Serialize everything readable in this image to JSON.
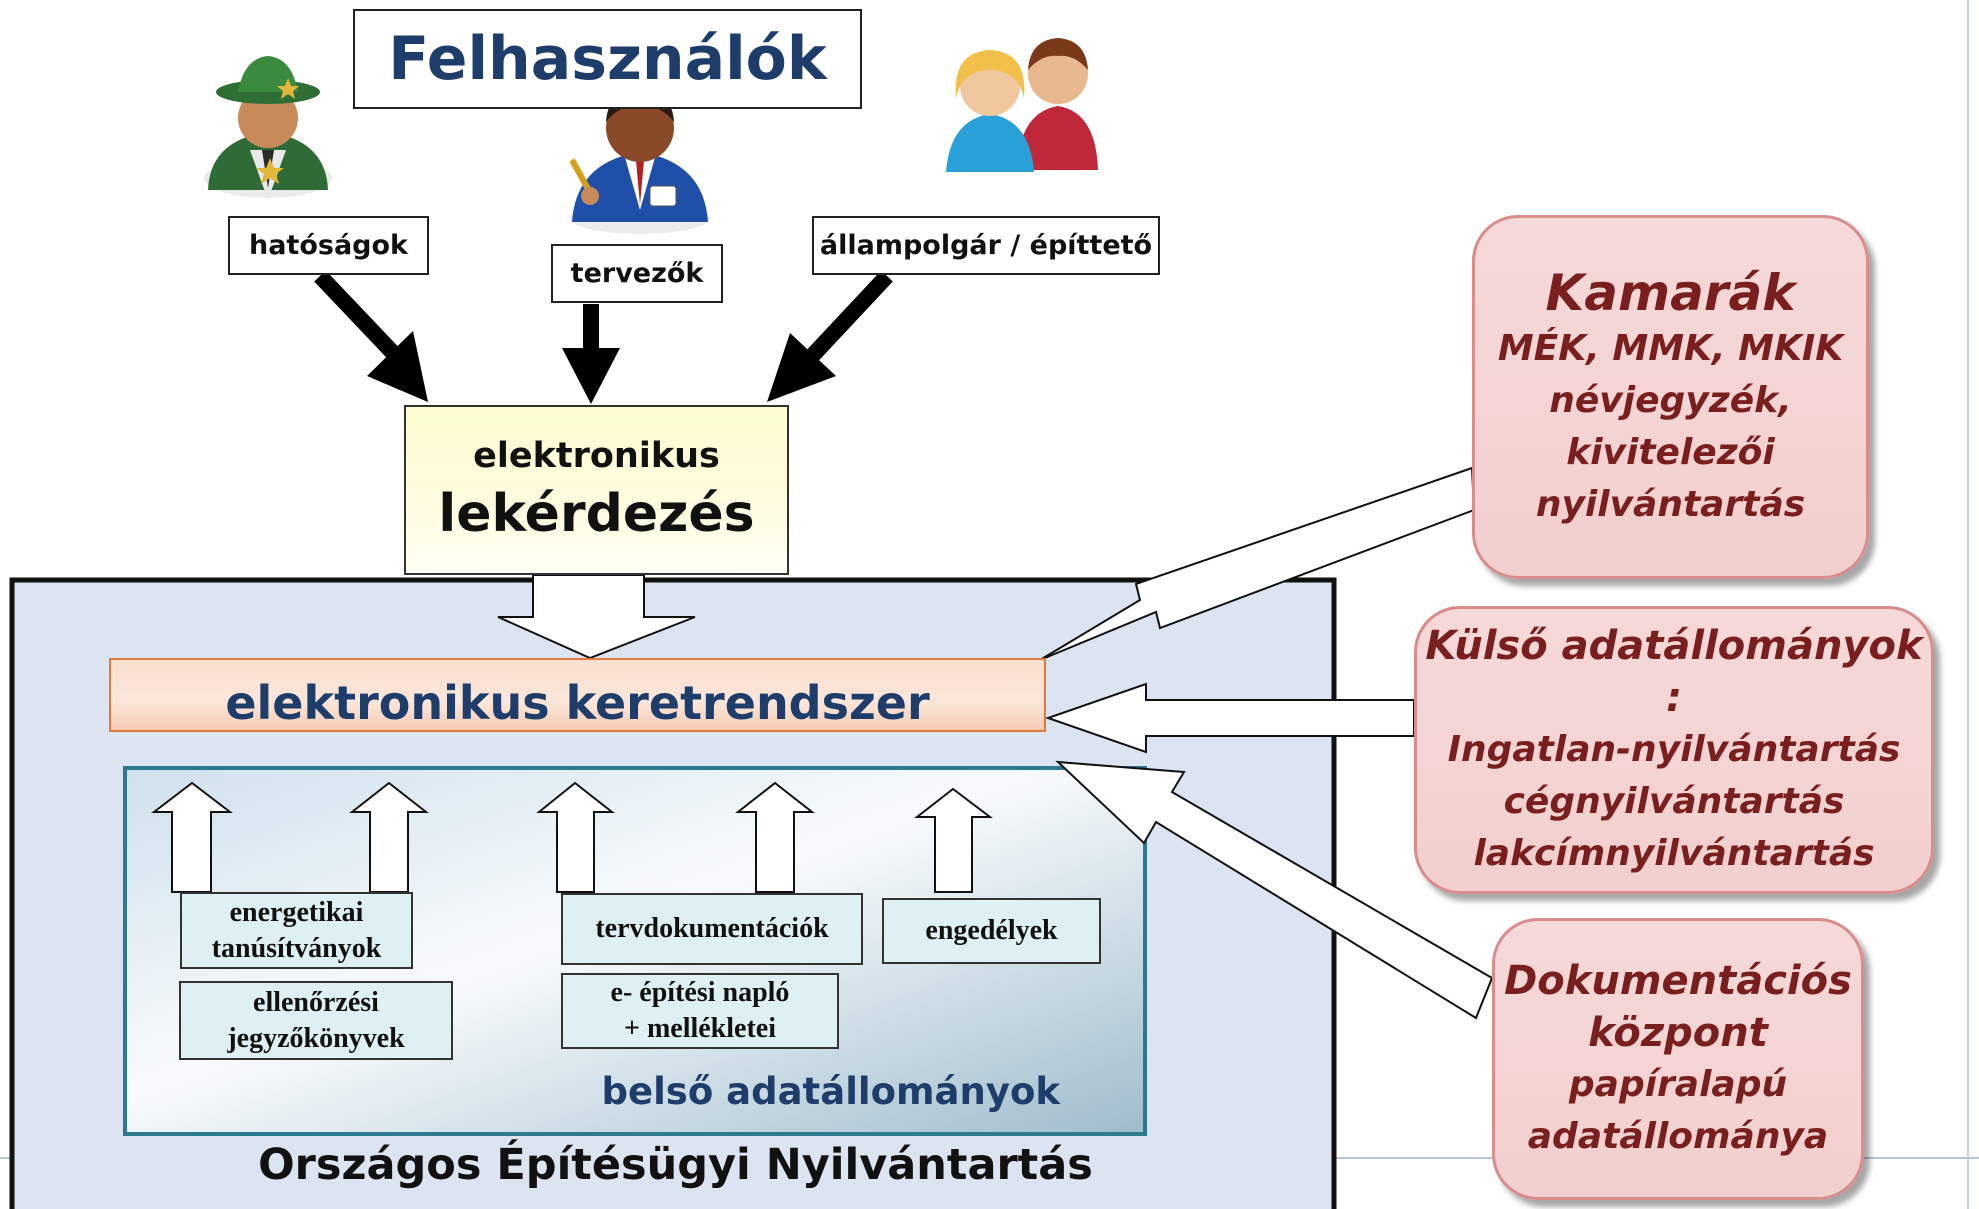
{
  "title": "Felhasználók",
  "users": [
    {
      "label": "hatóságok",
      "icon": "officer-icon"
    },
    {
      "label": "tervezők",
      "icon": "designer-icon"
    },
    {
      "label": "állampolgár / építtető",
      "icon": "citizens-icon"
    }
  ],
  "query": {
    "line1": "elektronikus",
    "line2": "lekérdezés"
  },
  "framework": "elektronikus keretrendszer",
  "internal": {
    "items": [
      "energetikai\ntanúsítványok",
      "ellenőrzési\njegyzőkönyvek",
      "tervdokumentációk",
      "e- építési napló\n+ mellékletei",
      "engedélyek"
    ],
    "label": "belső adatállományok"
  },
  "system_label": "Országos Építésügyi Nyilvántartás",
  "external": [
    {
      "title": "Kamarák",
      "lines": [
        "MÉK, MMK, MKIK",
        "névjegyzék,",
        "kivitelezői",
        "nyilvántartás"
      ]
    },
    {
      "title": "Külső adatállományok :",
      "lines": [
        "Ingatlan-nyilvántartás",
        "cégnyilvántartás",
        "lakcímnyilvántartás"
      ]
    },
    {
      "title": "Dokumentációs",
      "lines": [
        "központ",
        "papíralapú",
        "adatállománya"
      ]
    }
  ],
  "colors": {
    "title_blue": "#1f3d6b",
    "ext_text": "#7a1f1f",
    "ext_fill": "#f4d4d4",
    "system_fill": "#dbe4f0",
    "framework_border": "#e07a3a"
  }
}
